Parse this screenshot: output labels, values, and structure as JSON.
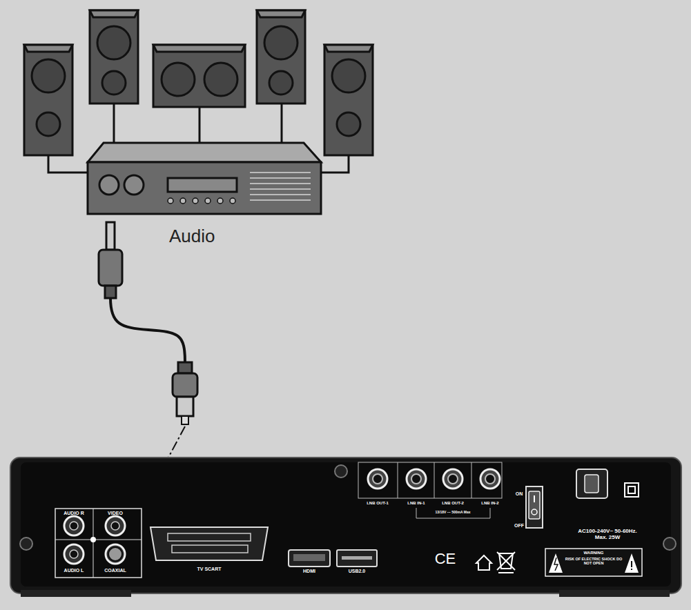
{
  "diagram": {
    "nodes": [
      {
        "text": [
          "Audio"
        ]
      }
    ],
    "labels": [
      "AUDIO R",
      "VIDEO",
      "AUDIO L",
      "COAXIAL",
      "TV SCART",
      "HDMI",
      "USB2.0",
      "LNB OUT-1",
      "LNB IN-1",
      "LNB OUT-2",
      "LNB IN-2",
      "13/18V --- 500mA Max",
      "ON",
      "OFF",
      "AC100-240V~ 50-60Hz. Max. 25W",
      "WARNING",
      "RISK OF ELECTRIC SHOCK DO NOT OPEN",
      "CE"
    ]
  }
}
